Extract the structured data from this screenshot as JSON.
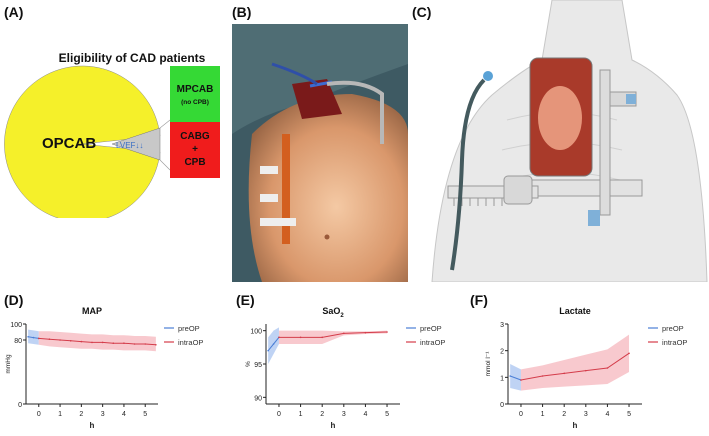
{
  "panels": {
    "A": {
      "label": "(A)",
      "title": "Eligibility of CAD patients",
      "slices": {
        "opcab": "OPCAB",
        "lvef": "LVEF↓↓"
      },
      "boxes": {
        "mpcab_main": "MPCAB",
        "mpcab_sub": "(no CPB)",
        "cabg_1": "CABG",
        "cabg_2": "+",
        "cabg_3": "CPB"
      },
      "colors": {
        "opcab": "#f5f02a",
        "lvef": "#c8c8c8",
        "mpcab": "#35d935",
        "cabg": "#f01c1c"
      }
    },
    "B": {
      "label": "(B)"
    },
    "C": {
      "label": "(C)"
    },
    "D": {
      "label": "(D)"
    },
    "E": {
      "label": "(E)"
    },
    "F": {
      "label": "(F)"
    }
  },
  "legend": {
    "pre": "preOP",
    "intra": "intraOP",
    "pre_color": "#4b7fd6",
    "intra_color": "#d43c4a"
  },
  "chart_data": [
    {
      "type": "line",
      "title": "MAP",
      "xlabel": "h",
      "ylabel": "mmHg",
      "ylim": [
        0,
        100
      ],
      "yticks": [
        0,
        80,
        100
      ],
      "ytick_labels": [
        "0",
        "80",
        "100"
      ],
      "xticks": [
        0,
        1,
        2,
        3,
        4,
        5
      ],
      "xlim": [
        -0.6,
        5.6
      ],
      "series": [
        {
          "name": "preOP",
          "x": [
            -0.5,
            -0.25,
            0
          ],
          "y": [
            84,
            83,
            82
          ],
          "lo": [
            76,
            75,
            74
          ],
          "hi": [
            93,
            92,
            91
          ]
        },
        {
          "name": "intraOP",
          "x": [
            0,
            0.5,
            1,
            1.5,
            2,
            2.5,
            3,
            3.5,
            4,
            4.5,
            5,
            5.5
          ],
          "y": [
            82,
            81,
            80,
            79,
            78,
            77,
            77,
            76,
            76,
            75,
            75,
            74
          ],
          "lo": [
            74,
            72,
            71,
            70,
            69,
            69,
            68,
            68,
            67,
            67,
            67,
            66
          ],
          "hi": [
            91,
            91,
            90,
            89,
            88,
            87,
            87,
            86,
            86,
            85,
            85,
            84
          ]
        }
      ]
    },
    {
      "type": "line",
      "title": "SaO2",
      "xlabel": "h",
      "ylabel": "%",
      "ylim": [
        89,
        101
      ],
      "yticks": [
        90,
        95,
        100
      ],
      "ytick_labels": [
        "90",
        "95",
        "100"
      ],
      "xticks": [
        0,
        1,
        2,
        3,
        4,
        5
      ],
      "xlim": [
        -0.6,
        5.6
      ],
      "series": [
        {
          "name": "preOP",
          "x": [
            -0.5,
            -0.25,
            0
          ],
          "y": [
            97,
            98,
            99
          ],
          "lo": [
            95,
            96.5,
            98
          ],
          "hi": [
            99,
            100,
            100.5
          ]
        },
        {
          "name": "intraOP",
          "x": [
            0,
            1,
            2,
            3,
            4,
            5
          ],
          "y": [
            99,
            99,
            99,
            99.6,
            99.7,
            99.8
          ],
          "lo": [
            98,
            98,
            98,
            99.3,
            99.5,
            99.6
          ],
          "hi": [
            100,
            100,
            100,
            99.9,
            99.9,
            100
          ]
        }
      ]
    },
    {
      "type": "line",
      "title": "Lactate",
      "xlabel": "h",
      "ylabel": "mmol l⁻¹",
      "ylim": [
        0,
        3
      ],
      "yticks": [
        0,
        1,
        2,
        3
      ],
      "ytick_labels": [
        "0",
        "1",
        "2",
        "3"
      ],
      "xticks": [
        0,
        1,
        2,
        3,
        4,
        5
      ],
      "xlim": [
        -0.6,
        5.6
      ],
      "series": [
        {
          "name": "preOP",
          "x": [
            -0.5,
            0
          ],
          "y": [
            1.05,
            0.9
          ],
          "lo": [
            0.6,
            0.5
          ],
          "hi": [
            1.5,
            1.3
          ]
        },
        {
          "name": "intraOP",
          "x": [
            0,
            1,
            2,
            3,
            4,
            5
          ],
          "y": [
            0.9,
            1.05,
            1.15,
            1.25,
            1.35,
            1.9
          ],
          "lo": [
            0.5,
            0.6,
            0.65,
            0.7,
            0.75,
            1.2
          ],
          "hi": [
            1.3,
            1.45,
            1.65,
            1.85,
            2.05,
            2.6
          ]
        }
      ]
    }
  ]
}
